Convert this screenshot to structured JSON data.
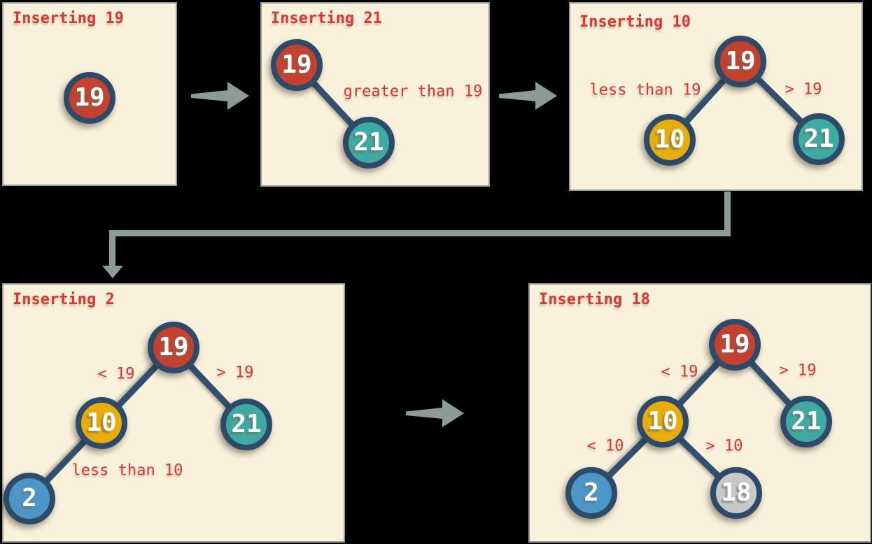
{
  "diagram": {
    "colors": {
      "canvas_background": "#000000",
      "panel_background": "#faf1dc",
      "panel_border": "#8f9e96",
      "heading_red": "#d43a31",
      "node_ring_navy": "#2d4b68",
      "tree_edge_navy": "#30506e",
      "flow_arrow_gray": "#8b9b97",
      "node_red": "#c6402e",
      "node_teal": "#3eaaa1",
      "node_yellow": "#e8ad0a",
      "node_blue": "#4b96c7",
      "node_gray": "#c8c8c8",
      "node_text": "#ffffff"
    },
    "panels": [
      {
        "title": "Inserting 19",
        "nodes": [
          {
            "value": "19",
            "color": "red"
          }
        ],
        "edge_labels": []
      },
      {
        "title": "Inserting 21",
        "nodes": [
          {
            "value": "19",
            "color": "red"
          },
          {
            "value": "21",
            "color": "teal"
          }
        ],
        "edge_labels": [
          "greater than 19"
        ]
      },
      {
        "title": "Inserting 10",
        "nodes": [
          {
            "value": "19",
            "color": "red"
          },
          {
            "value": "10",
            "color": "yellow"
          },
          {
            "value": "21",
            "color": "teal"
          }
        ],
        "edge_labels": [
          "less than 19",
          "> 19"
        ]
      },
      {
        "title": "Inserting 2",
        "nodes": [
          {
            "value": "19",
            "color": "red"
          },
          {
            "value": "10",
            "color": "yellow"
          },
          {
            "value": "21",
            "color": "teal"
          },
          {
            "value": "2",
            "color": "blue"
          }
        ],
        "edge_labels": [
          "< 19",
          "> 19",
          "less than 10"
        ]
      },
      {
        "title": "Inserting 18",
        "nodes": [
          {
            "value": "19",
            "color": "red"
          },
          {
            "value": "10",
            "color": "yellow"
          },
          {
            "value": "21",
            "color": "teal"
          },
          {
            "value": "2",
            "color": "blue"
          },
          {
            "value": "18",
            "color": "gray"
          }
        ],
        "edge_labels": [
          "< 19",
          "> 19",
          "< 10",
          "> 10"
        ]
      }
    ]
  }
}
